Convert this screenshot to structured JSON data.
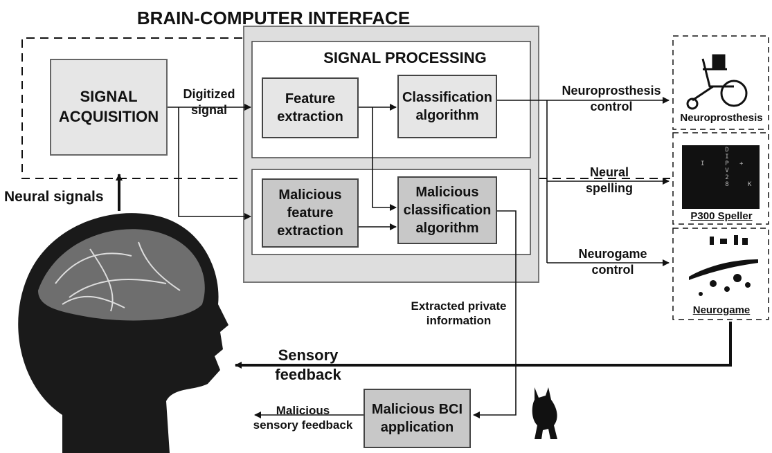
{
  "title": "BRAIN-COMPUTER INTERFACE",
  "signal_acquisition": {
    "line1": "SIGNAL",
    "line2": "ACQUISITION"
  },
  "signal_processing": "SIGNAL PROCESSING",
  "feature_extraction": {
    "line1": "Feature",
    "line2": "extraction"
  },
  "classification": {
    "line1": "Classification",
    "line2": "algorithm"
  },
  "malicious_feature": {
    "line1": "Malicious",
    "line2": "feature",
    "line3": "extraction"
  },
  "malicious_classification": {
    "line1": "Malicious",
    "line2": "classification",
    "line3": "algorithm"
  },
  "malicious_app": {
    "line1": "Malicious BCI",
    "line2": "application"
  },
  "labels": {
    "digitized_1": "Digitized",
    "digitized_2": "signal",
    "neural_signals": "Neural signals",
    "neuroprosthesis_control_1": "Neuroprosthesis",
    "neuroprosthesis_control_2": "control",
    "neural_spelling_1": "Neural",
    "neural_spelling_2": "spelling",
    "neurogame_control_1": "Neurogame",
    "neurogame_control_2": "control",
    "extracted_1": "Extracted private",
    "extracted_2": "information",
    "sensory_1": "Sensory",
    "sensory_2": "feedback",
    "malicious_sensory_1": "Malicious",
    "malicious_sensory_2": "sensory feedback"
  },
  "apps": {
    "neuroprosthesis": "Neuroprosthesis",
    "p300": "P300 Speller",
    "neurogame": "Neurogame"
  },
  "speller_letters": [
    "D",
    "I",
    "P",
    "V",
    "2",
    "8",
    "I",
    "+",
    "K"
  ],
  "colors": {
    "box_fill": "#e6e6e6",
    "dark_box_fill": "#c8c8c8",
    "panel_fill": "#dedede",
    "line": "#111111"
  }
}
